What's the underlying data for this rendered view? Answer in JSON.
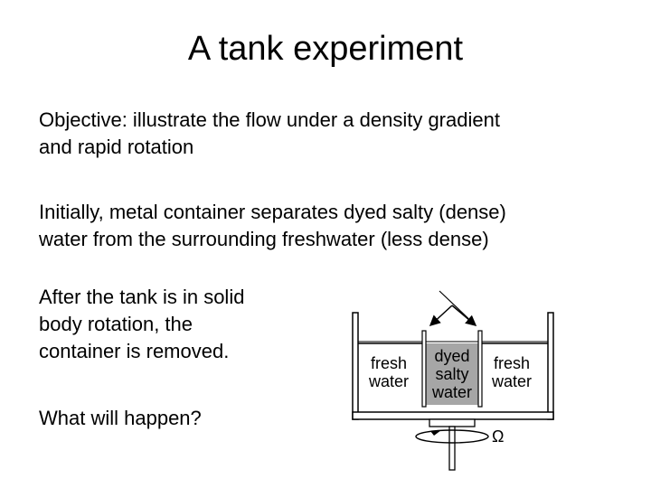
{
  "slide": {
    "title": "A tank experiment",
    "objective_lines": [
      "Objective: illustrate the flow under a density gradient",
      "and rapid rotation"
    ],
    "initially_lines": [
      "Initially, metal container separates dyed salty (dense)",
      "water from the surrounding freshwater (less dense)"
    ],
    "after_lines": [
      "After the tank is in solid",
      "body rotation, the",
      "container is removed."
    ],
    "question": "What will happen?"
  },
  "diagram": {
    "left_label": [
      "fresh",
      "water"
    ],
    "center_label": [
      "dyed",
      "salty",
      "water"
    ],
    "right_label": [
      "fresh",
      "water"
    ],
    "rotation_symbol": "Ω",
    "colors": {
      "stroke": "#000000",
      "dyed_fill": "#a6a6a6",
      "water_fill": "#ffffff"
    }
  }
}
